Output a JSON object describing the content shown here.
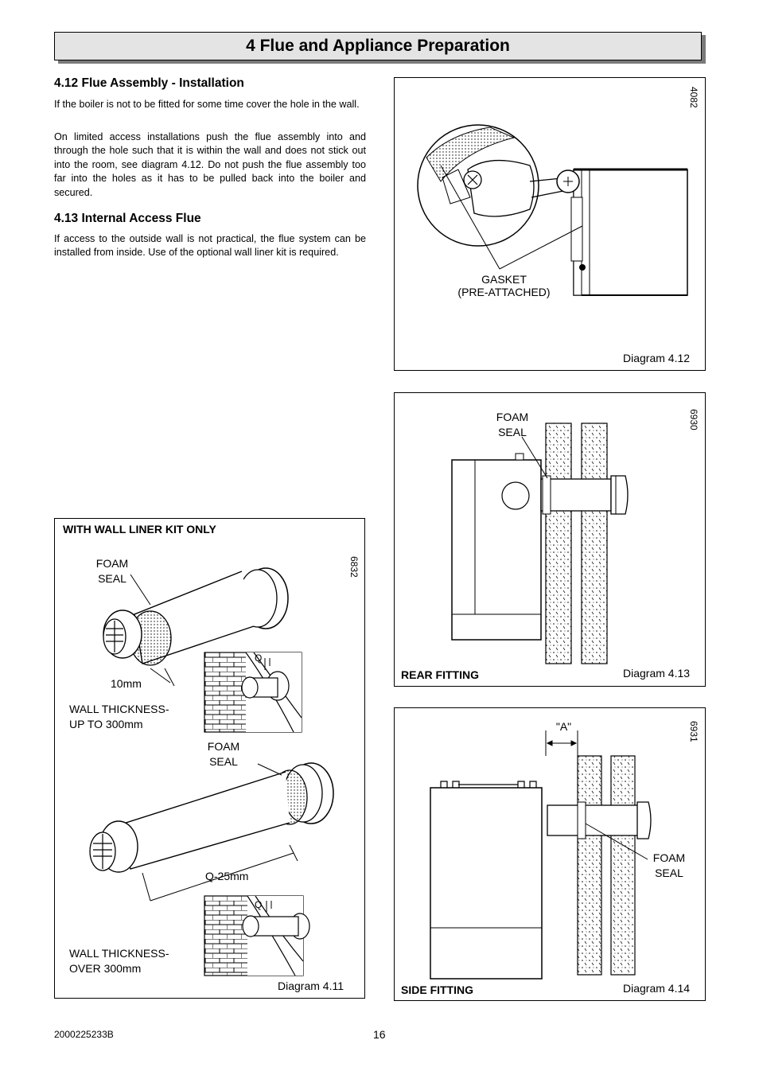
{
  "header": {
    "title": "4 Flue and Appliance Preparation"
  },
  "section_412": {
    "heading": "4.12 Flue Assembly - Installation",
    "para1": "If the boiler is not to be fitted for some time cover the hole in the wall.",
    "para2": "On limited access installations push the flue assembly into and through the hole such that it is within the wall and does not stick out into the room, see diagram 4.12.  Do not push the flue assembly too far into the holes as it has to be pulled back into the boiler and secured."
  },
  "section_413": {
    "heading": "4.13 Internal Access Flue",
    "para1": "If access to the outside wall is not practical, the flue system can be installed from inside. Use of the optional wall liner kit  is required."
  },
  "diagram_412": {
    "ref": "4082",
    "label_line1": "GASKET",
    "label_line2": "(PRE-ATTACHED)",
    "caption": "Diagram 4.12"
  },
  "diagram_413": {
    "ref": "6930",
    "label_line1": "FOAM",
    "label_line2": "SEAL",
    "title": "REAR FITTING",
    "caption": "Diagram 4.13"
  },
  "diagram_414": {
    "ref": "6931",
    "dim_label": "\"A\"",
    "label_line1": "FOAM",
    "label_line2": "SEAL",
    "title": "SIDE FITTING",
    "caption": "Diagram 4.14"
  },
  "diagram_411": {
    "ref": "6832",
    "title": "WITH WALL LINER KIT ONLY",
    "foam1_line1": "FOAM",
    "foam1_line2": "SEAL",
    "dim_10mm": "10mm",
    "wall1_line1": "WALL THICKNESS-",
    "wall1_line2": "UP TO 300mm",
    "foam2_line1": "FOAM",
    "foam2_line2": "SEAL",
    "dim_q25": "Q-25mm",
    "q_mark1": "Q",
    "q_mark2": "Q",
    "wall2_line1": "WALL THICKNESS-",
    "wall2_line2": "OVER 300mm",
    "caption": "Diagram 4.11"
  },
  "footer": {
    "doc_number": "2000225233B",
    "page_number": "16"
  }
}
